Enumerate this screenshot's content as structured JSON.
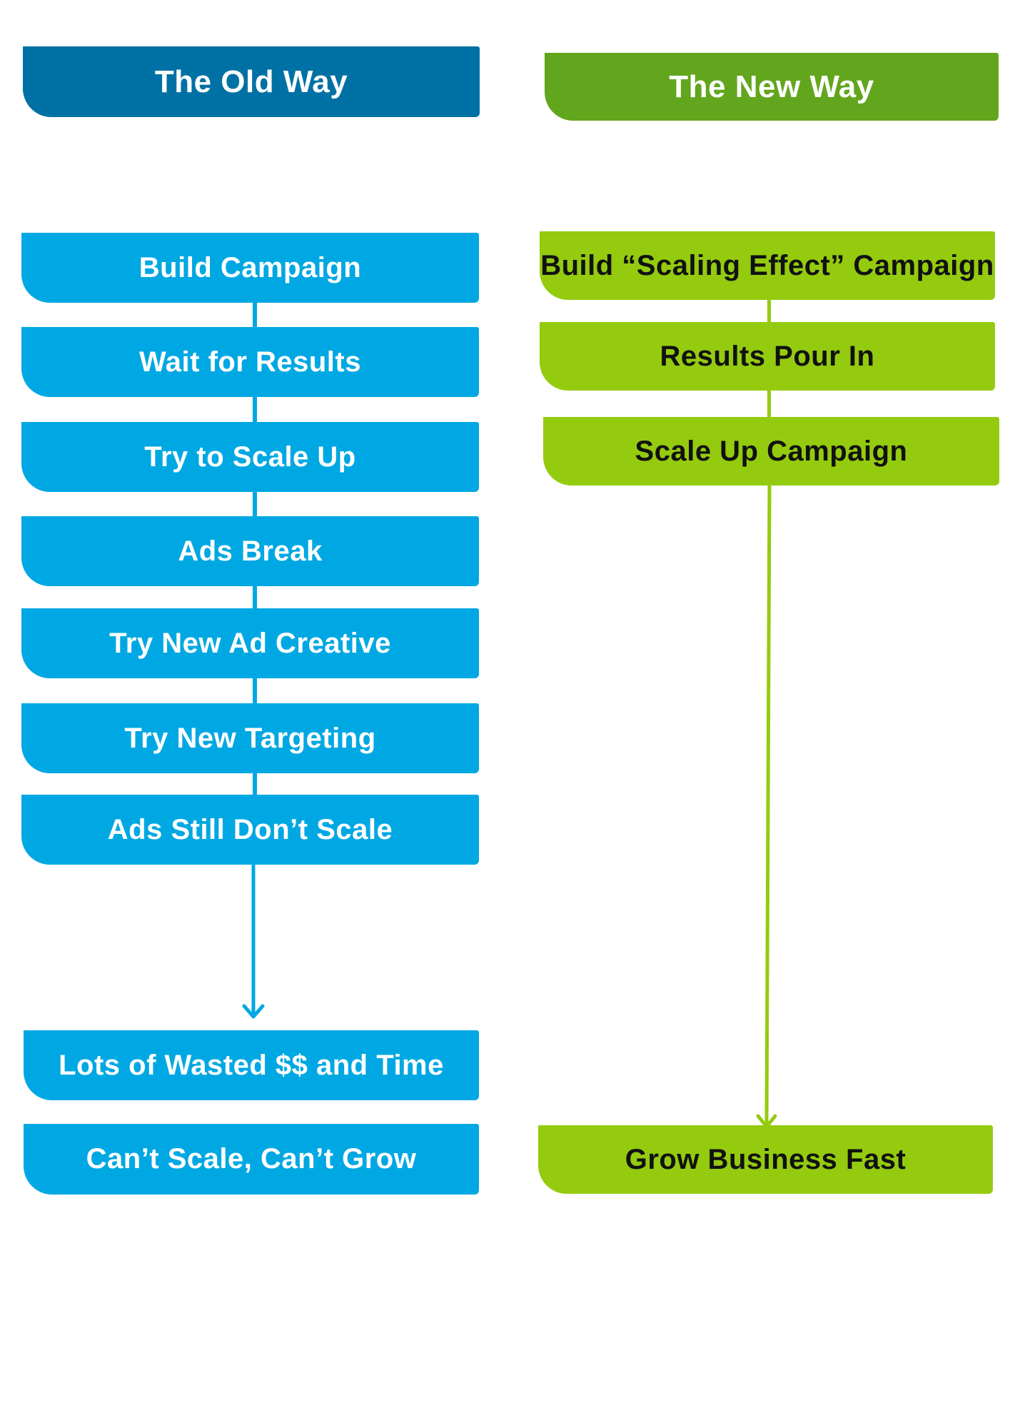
{
  "colors": {
    "old_header": "#0071a4",
    "old_step": "#00a8e3",
    "new_header": "#62a61d",
    "new_step": "#94cb0f"
  },
  "old_way": {
    "title": "The Old Way",
    "steps": [
      "Build Campaign",
      "Wait for Results",
      "Try to Scale Up",
      "Ads Break",
      "Try New Ad Creative",
      "Try New Targeting",
      "Ads Still Don’t Scale"
    ],
    "outcomes": [
      "Lots of Wasted $$ and Time",
      "Can’t Scale, Can’t Grow"
    ]
  },
  "new_way": {
    "title": "The New Way",
    "steps": [
      "Build “Scaling Effect” Campaign",
      "Results Pour In",
      "Scale Up Campaign"
    ],
    "outcomes": [
      "Grow Business Fast"
    ]
  }
}
